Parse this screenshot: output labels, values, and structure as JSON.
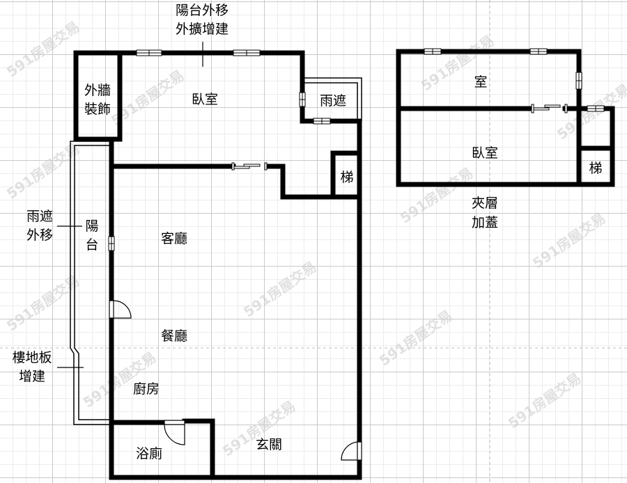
{
  "plan": {
    "title": "floor plan",
    "wall_color": "#000000",
    "grid_color": "#c9c9c9",
    "watermark": "591房屋交易"
  },
  "main_floor": {
    "annotations": {
      "balcony_move_line1": "陽台外移",
      "balcony_move_line2": "外擴增建",
      "canopy_move_line1": "雨遮",
      "canopy_move_line2": "外移",
      "floor_add_line1": "樓地板",
      "floor_add_line2": "增建"
    },
    "rooms": {
      "exterior_wall_line1": "外牆",
      "exterior_wall_line2": "裝飾",
      "bedroom": "臥室",
      "canopy": "雨遮",
      "stairs": "梯",
      "balcony_line1": "陽",
      "balcony_line2": "台",
      "living_room": "客廳",
      "dining_room": "餐廳",
      "kitchen": "廚房",
      "bathroom": "浴廁",
      "entrance": "玄關"
    }
  },
  "mezzanine": {
    "rooms": {
      "room": "室",
      "bedroom": "臥室",
      "stairs": "梯"
    },
    "caption_line1": "夾層",
    "caption_line2": "加蓋"
  }
}
